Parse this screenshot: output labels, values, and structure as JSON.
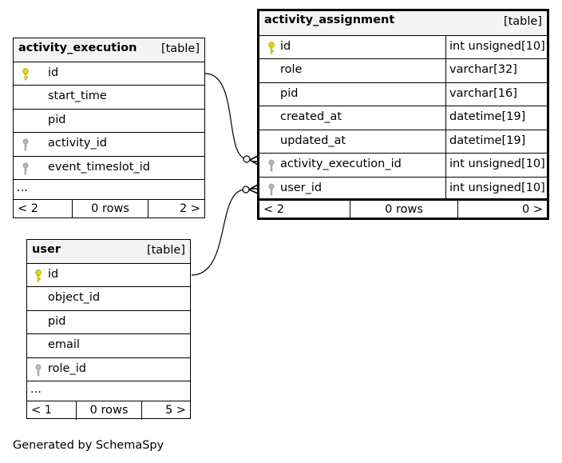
{
  "tables": {
    "activity_execution": {
      "name": "activity_execution",
      "kind": "[table]",
      "columns": [
        "id",
        "start_time",
        "pid",
        "activity_id",
        "event_timeslot_id"
      ],
      "ellipsis": "...",
      "footer": {
        "prev": "< 2",
        "rows": "0 rows",
        "next": "2 >"
      }
    },
    "activity_assignment": {
      "name": "activity_assignment",
      "kind": "[table]",
      "columns": [
        "id",
        "role",
        "pid",
        "created_at",
        "updated_at",
        "activity_execution_id",
        "user_id"
      ],
      "types": [
        "int unsigned[10]",
        "varchar[32]",
        "varchar[16]",
        "datetime[19]",
        "datetime[19]",
        "int unsigned[10]",
        "int unsigned[10]"
      ],
      "footer": {
        "prev": "< 2",
        "rows": "0 rows",
        "next": "0 >"
      }
    },
    "user": {
      "name": "user",
      "kind": "[table]",
      "columns": [
        "id",
        "object_id",
        "pid",
        "email",
        "role_id"
      ],
      "ellipsis": "...",
      "footer": {
        "prev": "< 1",
        "rows": "0 rows",
        "next": "5 >"
      }
    }
  },
  "key_icons": {
    "primary": "primary-key-icon",
    "foreign": "foreign-key-icon"
  },
  "colors": {
    "primary_key": "#e8d800",
    "foreign_key": "#9a9a9a",
    "header_bg": "#f4f4f4"
  },
  "generated_by": "Generated by SchemaSpy"
}
